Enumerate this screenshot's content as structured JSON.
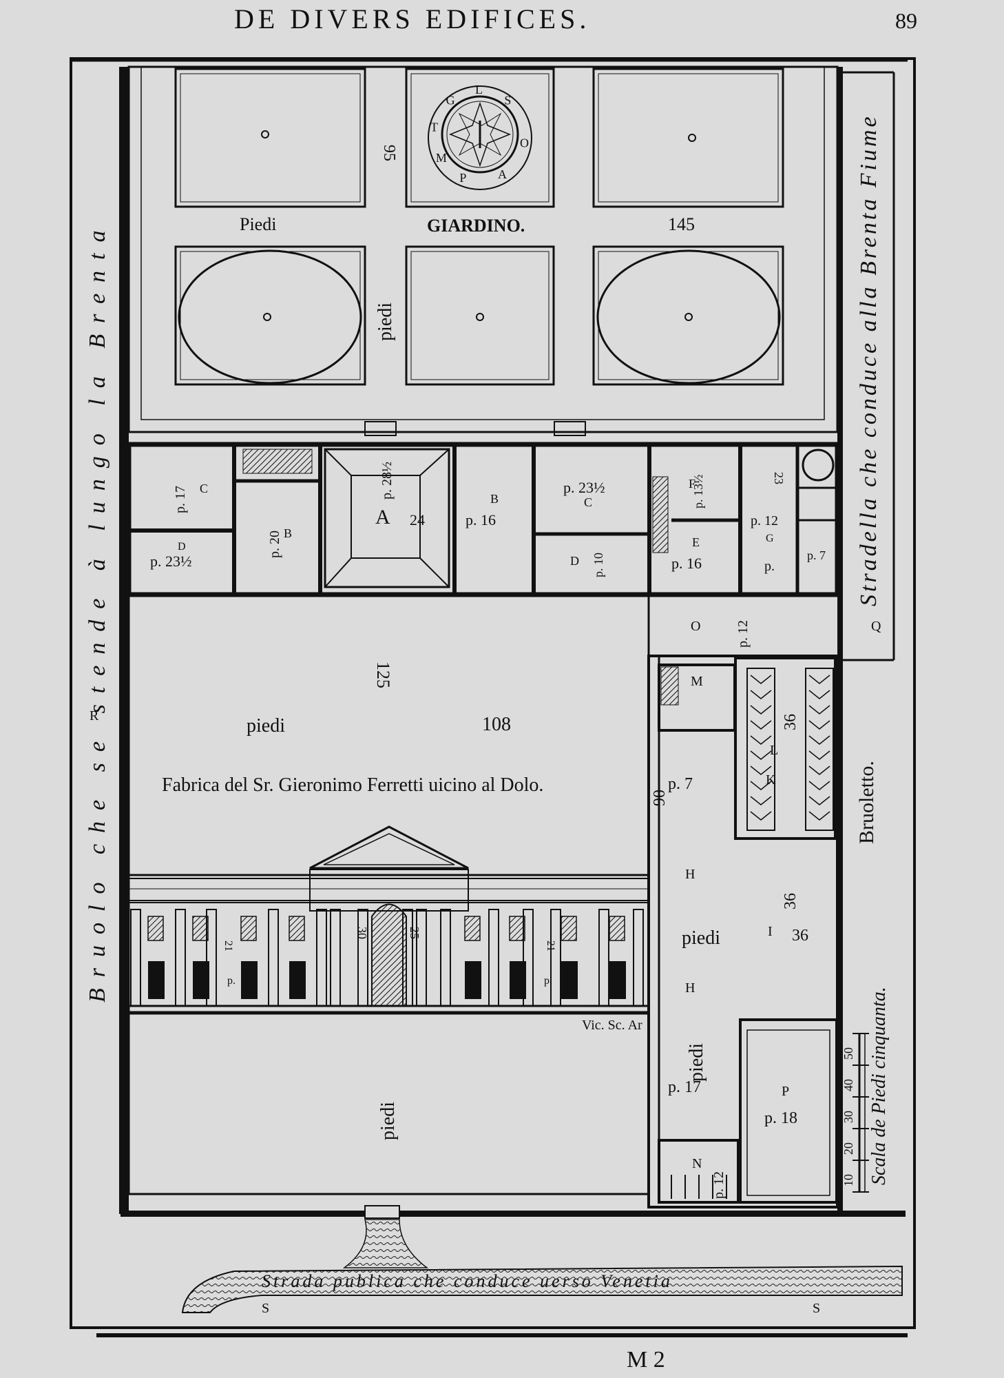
{
  "header": {
    "title": "DE DIVERS EDIFICES.",
    "page_number": "89"
  },
  "footer": {
    "signature": "M 2"
  },
  "plan": {
    "left_text": "Bruolo che se stende à lungo la Brenta",
    "right_text": "Stradella che conduce alla Brenta Fiume",
    "road_label": "Strada publica che conduce uerso Venetia",
    "caption": "Fabrica del Sr. Gieronimo Ferretti uicino al Dolo.",
    "engraver": "Vic. Sc. Ar",
    "scale_label": "Scala de Piedi cinquanta.",
    "scale_ticks": [
      "10",
      "20",
      "30",
      "40",
      "50"
    ],
    "garden": {
      "title": "GIARDINO.",
      "piedi_left": "Piedi",
      "width": "145",
      "depth": "95",
      "piedi_vertical": "piedi",
      "compass": [
        "T",
        "G",
        "L",
        "S",
        "O",
        "A",
        "P",
        "M"
      ]
    },
    "court": {
      "piedi": "piedi",
      "width": "108",
      "depth": "125"
    },
    "front_yard": {
      "piedi": "piedi"
    },
    "service": {
      "label": "Bruoletto.",
      "piedi_a": "piedi",
      "piedi_b": "piedi",
      "dim_90": "90",
      "dim_36a": "36",
      "dim_36b": "36",
      "dim_36c": "36",
      "p7": "p. 7",
      "p17": "p. 17",
      "p18": "p. 18",
      "p12": "p. 12",
      "pN12": "p. 12",
      "letters": [
        "H",
        "I",
        "H",
        "L",
        "K",
        "M",
        "N",
        "O",
        "P",
        "R",
        "Q",
        "S",
        "S"
      ]
    },
    "rooms": {
      "A": "A",
      "dimA1": "p. 28½",
      "dimA2": "24",
      "B1": "B",
      "B1dim": "p. 20",
      "B2": "B",
      "B2dim": "p. 16",
      "C1": "C",
      "C1dim": "p. 17",
      "C2": "C",
      "C2dim": "p. 23½",
      "D1": "D",
      "D1dim": "p. 23½",
      "D2": "D",
      "D2dim": "p. 10",
      "E": "E",
      "Edim": "p. 16",
      "F": "F",
      "Fdim": "p. 13½",
      "G": "G",
      "Gdim": "p. 12",
      "G23": "23",
      "p7": "p. 7",
      "pP": "p."
    },
    "facade": {
      "col30": "30",
      "col25": "25",
      "col21a": "21",
      "col21b": "21",
      "pL": "p.",
      "pR": "p."
    }
  }
}
